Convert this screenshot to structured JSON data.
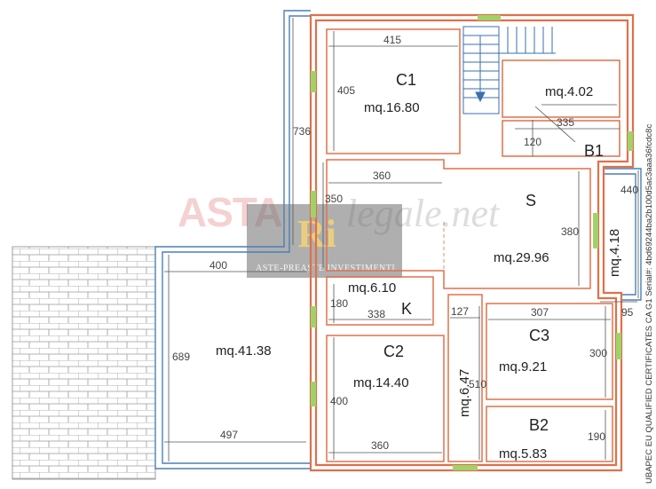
{
  "plan": {
    "rooms": [
      {
        "name": "C1",
        "area": "mq.16.80"
      },
      {
        "name": "B1",
        "area": "mq.4.02"
      },
      {
        "name": "S",
        "area": "mq.29.96"
      },
      {
        "name": "K",
        "area": "mq.6.10"
      },
      {
        "name": "C2",
        "area": "mq.14.40"
      },
      {
        "name": "C3",
        "area": "mq.9.21"
      },
      {
        "name": "B2",
        "area": "mq.5.83"
      }
    ],
    "terrace_area": "mq.41.38",
    "balcony_area": "mq.4.18",
    "corridor_area": "mq.6.47",
    "dimensions": {
      "c1_width": "415",
      "c1_height": "405",
      "stair_height": "736",
      "b1_width": "335",
      "b1_depth": "120",
      "s_width": "360",
      "s_height": "350",
      "s_right_height": "380",
      "balcony_height": "440",
      "balcony_depth": "95",
      "terrace_width_top": "400",
      "terrace_height": "689",
      "terrace_width_bottom": "497",
      "k_height": "180",
      "k_width": "338",
      "corridor_width": "127",
      "corridor_height": "510",
      "c3_width": "307",
      "c3_height": "300",
      "c2_height": "400",
      "c2_width": "360",
      "b2_height": "190"
    }
  },
  "watermark": {
    "brand_left": "ASTA",
    "brand_right": "legale.net",
    "logo": "Ri",
    "subtitle": "ASTE-PREASTE INVESTIMENTI"
  },
  "certificate_text": "UBAPEC EU QUALIFIED CERTIFICATES CA G1 Serial#: 4bd69244ba2b100d5ac3aaa36fcdc8c"
}
